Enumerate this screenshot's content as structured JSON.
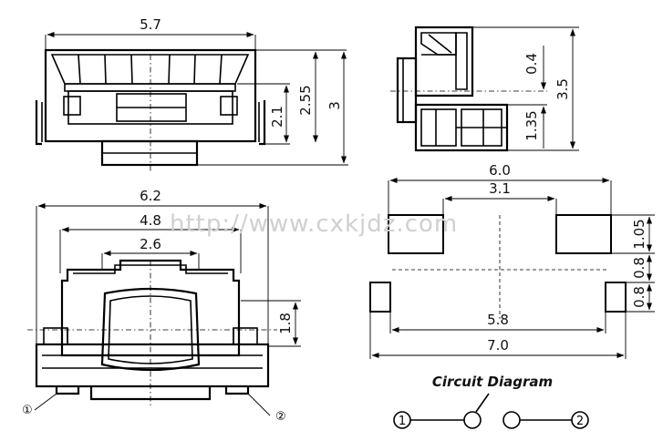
{
  "watermark": "http://www.cxkjdz.com",
  "top_view": {
    "width_label": "5.7",
    "height_a": "2.1",
    "height_b": "2.55",
    "height_c": "3"
  },
  "side_view": {
    "dim_a": "0.4",
    "dim_b": "1.35",
    "dim_c": "3.5"
  },
  "bottom_view": {
    "width_outer": "6.2",
    "width_mid": "4.8",
    "width_inner": "2.6",
    "height": "1.8",
    "terminal_1": "①",
    "terminal_2": "②"
  },
  "footprint": {
    "width_top": "6.0",
    "width_inner": "3.1",
    "pad_height": "1.05",
    "gap": "0.8",
    "pad_small": "0.8",
    "width_lower": "5.8",
    "width_total": "7.0"
  },
  "circuit": {
    "title": "Circuit Diagram",
    "node_1": "1",
    "node_2": "2"
  }
}
